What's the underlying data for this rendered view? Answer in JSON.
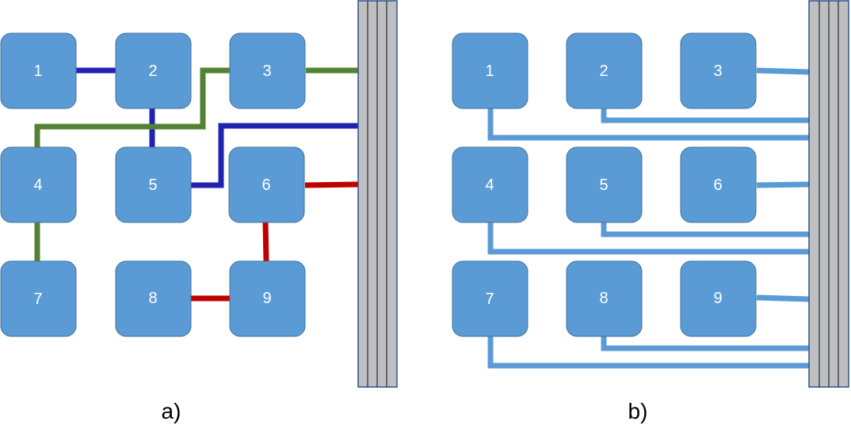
{
  "colors": {
    "node_fill": "#5b9bd5",
    "node_stroke": "#41719c",
    "bus_fill": "#bfbfbf",
    "blue_link": "#2222b0",
    "green_link": "#548235",
    "red_link": "#c00000",
    "light_blue_link": "#5b9bd5"
  },
  "panel_a": {
    "caption": "a)",
    "nodes": [
      "1",
      "2",
      "3",
      "4",
      "5",
      "6",
      "7",
      "8",
      "9"
    ]
  },
  "panel_b": {
    "caption": "b)",
    "nodes": [
      "1",
      "2",
      "3",
      "4",
      "5",
      "6",
      "7",
      "8",
      "9"
    ]
  }
}
